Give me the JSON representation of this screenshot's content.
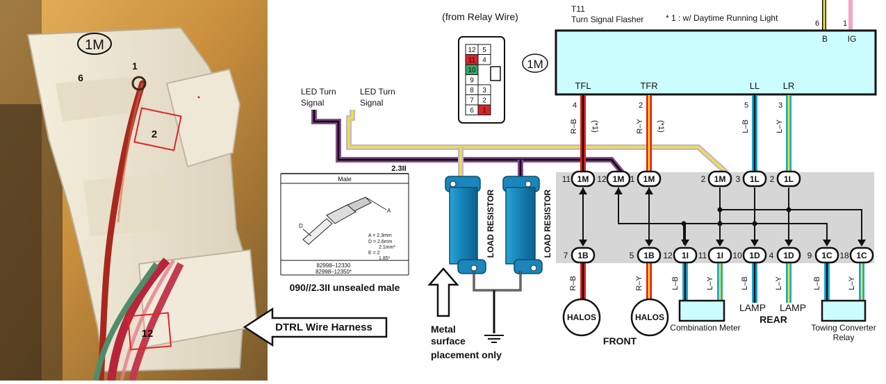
{
  "photo": {
    "connector_label": "1M",
    "pin_1": "1",
    "pin_6": "6",
    "pin_2": "2",
    "pin_12": "12"
  },
  "harness_note": "DTRL Wire Harness",
  "relay_view": {
    "caption": "(from Relay Wire)",
    "connector_label": "1M",
    "pins_left": [
      "12",
      "11",
      "10",
      "9",
      "8",
      "7",
      "6"
    ],
    "pins_right": [
      "5",
      "4",
      "3",
      "2",
      "1"
    ]
  },
  "terminal_spec": {
    "size_label": "2.3II",
    "header": "Male",
    "dims_a": "A = 2.3mm",
    "dims_d": "D = 2.6mm",
    "dims_d2": "2.1mm*",
    "dims_e": "E = 2",
    "dims_e2": "1.85*",
    "letter_a": "A",
    "letter_d": "D",
    "part_1": "82998–12330",
    "part_2": "82998–12350*",
    "caption": "090//2.3II unsealed male"
  },
  "led_labels": {
    "left_1": "LED Turn",
    "left_2": "Signal",
    "right_1": "LED Turn",
    "right_2": "Signal"
  },
  "resistors": {
    "label": "LOAD RESISTOR",
    "mount_line_1": "Metal",
    "mount_line_2": "surface",
    "mount_line_3": "placement only"
  },
  "flasher": {
    "id": "T11",
    "name": "Turn Signal Flasher",
    "note": "* 1 : w/ Daytime Running Light",
    "top_pin_6": "6",
    "top_pin_1": "1",
    "term_b": "B",
    "term_ig": "IG",
    "terminals": [
      "TFL",
      "TFR",
      "LL",
      "LR"
    ],
    "pin_numbers": [
      "4",
      "2",
      "5",
      "3"
    ],
    "wire_codes": [
      "R–B",
      "R–Y",
      "L–B",
      "L–Y"
    ],
    "star_notes": [
      "(*1)",
      "(*1)"
    ]
  },
  "junction_top": {
    "pins": [
      "11",
      "12",
      "1",
      "2",
      "3",
      "2"
    ],
    "connectors": [
      "1M",
      "1M",
      "1M",
      "1M",
      "1L",
      "1L"
    ]
  },
  "junction_bottom": {
    "pins": [
      "7",
      "5",
      "12",
      "11",
      "10",
      "4",
      "9",
      "18"
    ],
    "connectors": [
      "1B",
      "1B",
      "1I",
      "1I",
      "1D",
      "1D",
      "1C",
      "1C"
    ],
    "wire_codes": [
      "R–B",
      "R–Y",
      "L–B",
      "L–Y",
      "L–B",
      "L–Y",
      "L–B",
      "L–Y"
    ]
  },
  "outputs": {
    "halos_1": "HALOS",
    "halos_2": "HALOS",
    "front": "FRONT",
    "combination_meter": "Combination Meter",
    "lamp_1": "LAMP",
    "lamp_2": "LAMP",
    "rear": "REAR",
    "towing_1": "Towing Converter",
    "towing_2": "Relay"
  },
  "colors": {
    "flasher_fill": "#ccfdfe",
    "junction_bg": "#d6d6d6",
    "red": "#e2201a",
    "yellow": "#f7e620",
    "blue": "#19a7d8",
    "purple": "#8a4a95",
    "lavender": "#bfb5de",
    "pink": "#f2a6c2",
    "resistor": "#1f93c6",
    "pin_red": "#d8242a",
    "pin_green": "#3aa36b"
  }
}
